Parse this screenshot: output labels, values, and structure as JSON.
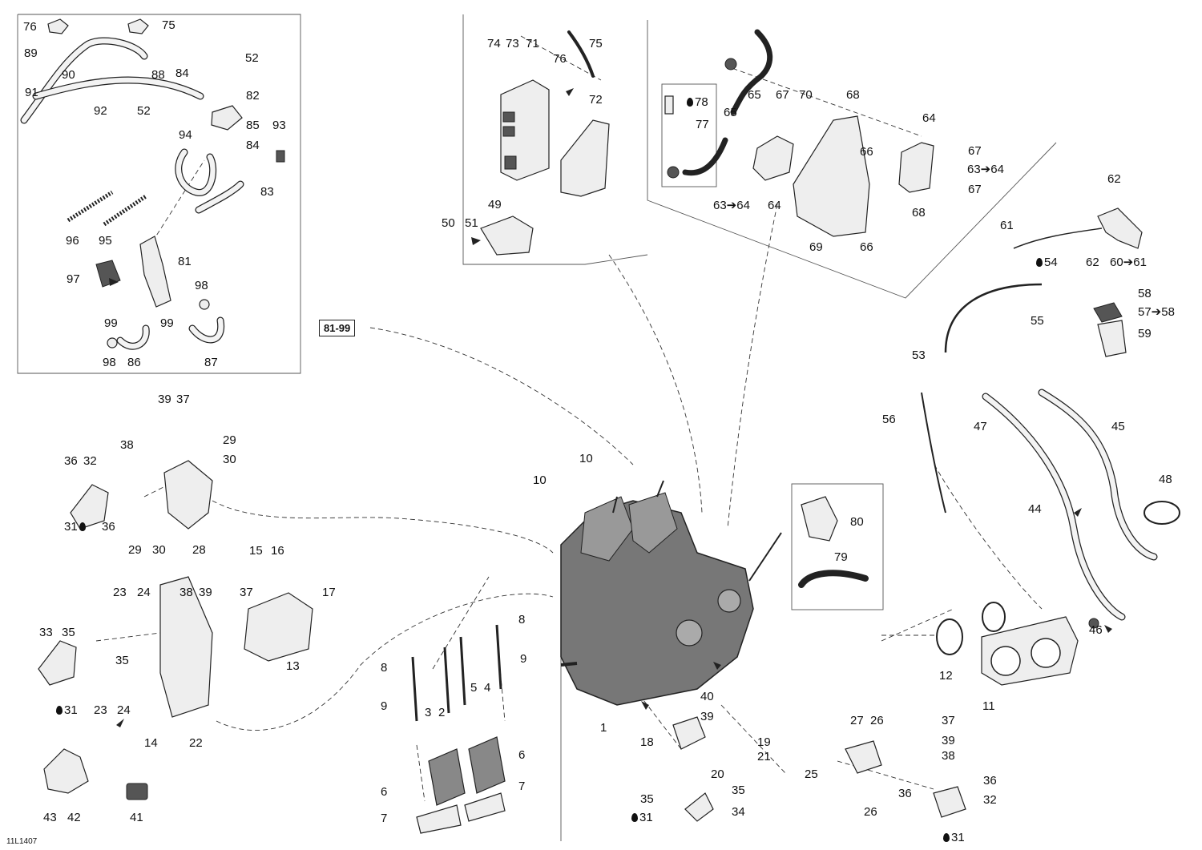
{
  "figure_id": "11L1407",
  "reference_box": "81-99",
  "callouts": {
    "c76a": "76",
    "c75a": "75",
    "c89": "89",
    "c90": "90",
    "c91": "91",
    "c92": "92",
    "c88": "88",
    "c84a": "84",
    "c52a": "52",
    "c52b": "52",
    "c82": "82",
    "c85": "85",
    "c93": "93",
    "c94": "94",
    "c84b": "84",
    "c83": "83",
    "c96": "96",
    "c95": "95",
    "c81": "81",
    "c97": "97",
    "c98a": "98",
    "c99a": "99",
    "c99b": "99",
    "c98b": "98",
    "c86": "86",
    "c87": "87",
    "c74": "74",
    "c73": "73",
    "c71": "71",
    "c76b": "76",
    "c75b": "75",
    "c72": "72",
    "c49": "49",
    "c50": "50",
    "c51": "51",
    "c78": "78",
    "c77": "77",
    "c65a": "65",
    "c65b": "65",
    "c67a": "67",
    "c70": "70",
    "c68a": "68",
    "c64a": "64",
    "c67b": "67",
    "c63a": "63➔64",
    "c67c": "67",
    "c66a": "66",
    "c68b": "68",
    "c63b": "63➔64",
    "c64b": "64",
    "c69": "69",
    "c66b": "66",
    "c62a": "62",
    "c61": "61",
    "c54": "54",
    "c62b": "62",
    "c60": "60➔61",
    "c58": "58",
    "c57": "57➔58",
    "c55": "55",
    "c59": "59",
    "c53": "53",
    "c56": "56",
    "c47": "47",
    "c45": "45",
    "c48": "48",
    "c44": "44",
    "c46": "46",
    "c12": "12",
    "c11": "11",
    "c80": "80",
    "c79": "79",
    "c39a": "39",
    "c37a": "37",
    "c38a": "38",
    "c29a": "29",
    "c30a": "30",
    "c36a": "36",
    "c32a": "32",
    "c31a": "31",
    "c36b": "36",
    "c29b": "29",
    "c30b": "30",
    "c28": "28",
    "c10a": "10",
    "c10b": "10",
    "c15": "15",
    "c16": "16",
    "c23a": "23",
    "c24a": "24",
    "c38b": "38",
    "c39b": "39",
    "c37b": "37",
    "c17": "17",
    "c33": "33",
    "c35a": "35",
    "c35b": "35",
    "c13": "13",
    "c31b": "31",
    "c23b": "23",
    "c24b": "24",
    "c14": "14",
    "c22": "22",
    "c43": "43",
    "c42": "42",
    "c41": "41",
    "c8a": "8",
    "c8b": "8",
    "c9a": "9",
    "c9b": "9",
    "c5": "5",
    "c4": "4",
    "c3": "3",
    "c2": "2",
    "c6a": "6",
    "c6b": "6",
    "c7a": "7",
    "c7b": "7",
    "c1": "1",
    "c40": "40",
    "c39c": "39",
    "c18": "18",
    "c19": "19",
    "c21": "21",
    "c20": "20",
    "c35c": "35",
    "c35d": "35",
    "c31c": "31",
    "c34": "34",
    "c27": "27",
    "c26a": "26",
    "c37c": "37",
    "c39d": "39",
    "c38c": "38",
    "c25": "25",
    "c36c": "36",
    "c36d": "36",
    "c32b": "32",
    "c26b": "26",
    "c31d": "31"
  }
}
